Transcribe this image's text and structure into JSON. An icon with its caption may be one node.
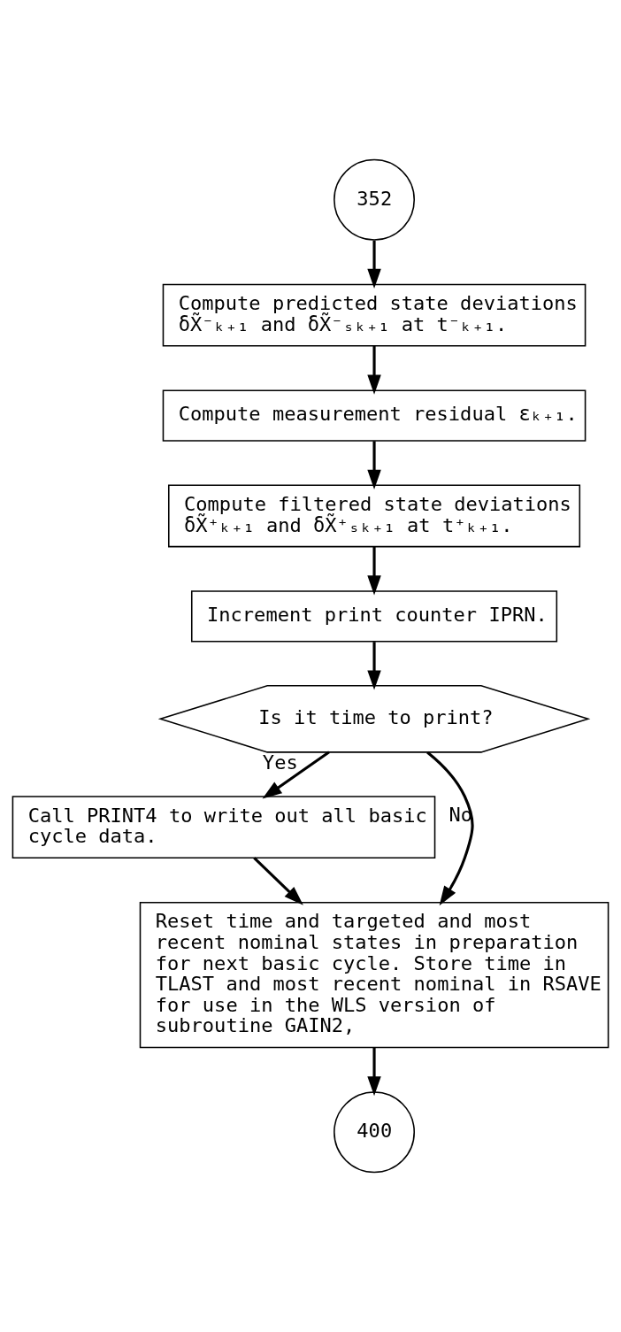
{
  "diagram": {
    "nodes": [
      {
        "text": [
          "352"
        ]
      },
      {
        "text": [
          "Compute predicted state deviations δX̃⁻ₖ₊₁ and δX̃⁻ₛₖ₊₁ at t⁻ₖ₊₁."
        ]
      },
      {
        "text": [
          "Compute measurement residual εₖ₊₁."
        ]
      },
      {
        "text": [
          "Compute filtered state deviations δX̃⁺ₖ₊₁ and δX̃⁺ₛₖ₊₁ at t⁺ₖ₊₁."
        ]
      },
      {
        "text": [
          "Increment print counter IPRN."
        ]
      },
      {
        "text": [
          "Is it time to print?"
        ]
      },
      {
        "text": [
          "Call PRINT4 to write out all basic cycle data."
        ]
      },
      {
        "text": [
          "Reset time and targeted and most recent nominal states in preparation for next basic cycle. Store time in TLAST and most recent nominal in RSAVE for use in the WLS version of subroutine GAIN2,"
        ]
      },
      {
        "text": [
          "400"
        ]
      }
    ],
    "edges": [
      {
        "from": 0,
        "to": 1,
        "arrow": "to"
      },
      {
        "from": 1,
        "to": 2,
        "arrow": "to"
      },
      {
        "from": 2,
        "to": 3,
        "arrow": "to"
      },
      {
        "from": 3,
        "to": 4,
        "arrow": "to"
      },
      {
        "from": 4,
        "to": 5,
        "arrow": "to"
      },
      {
        "from": 5,
        "to": 6,
        "arrow": "to",
        "label": "Yes"
      },
      {
        "from": 5,
        "to": 7,
        "arrow": "to",
        "label": "No"
      },
      {
        "from": 6,
        "to": 7,
        "arrow": "to"
      },
      {
        "from": 7,
        "to": 8,
        "arrow": "to"
      }
    ]
  }
}
